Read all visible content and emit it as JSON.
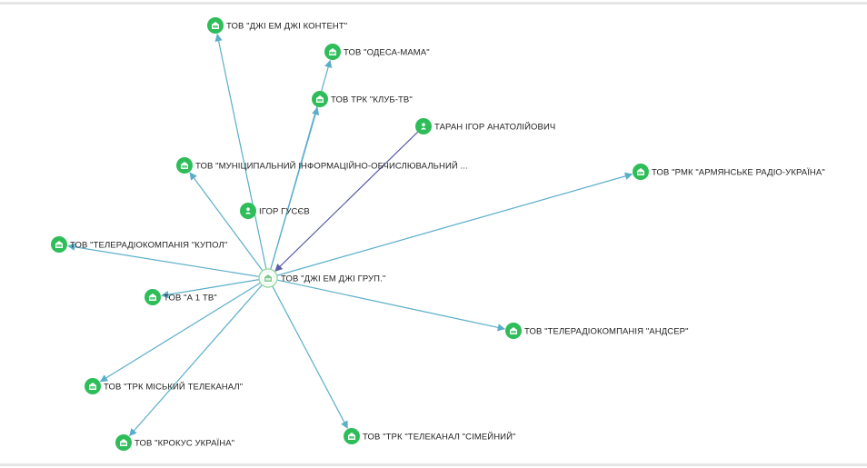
{
  "graph": {
    "center": {
      "id": "center",
      "label": "ТОВ \"ДЖІ ЕМ ДЖІ ГРУП.\"",
      "type": "company",
      "selected": true
    },
    "nodes": [
      {
        "id": "n1",
        "label": "ТОВ \"ДЖІ ЕМ ДЖІ КОНТЕНТ\"",
        "type": "company"
      },
      {
        "id": "n2",
        "label": "ТОВ \"ОДЕСА-МАМА\"",
        "type": "company"
      },
      {
        "id": "n3",
        "label": "ТОВ ТРК \"КЛУБ-ТВ\"",
        "type": "company"
      },
      {
        "id": "n4",
        "label": "ТАРАН ІГОР АНАТОЛІЙОВИЧ",
        "type": "person"
      },
      {
        "id": "n5",
        "label": "ТОВ \"МУНІЦИПАЛЬНИЙ ІНФОРМАЦІЙНО-ОБЧИСЛЮВАЛЬНИЙ ...",
        "type": "company"
      },
      {
        "id": "n6",
        "label": "ТОВ \"РМК \"АРМЯНСЬКЕ РАДІО-УКРАЇНА\"",
        "type": "company"
      },
      {
        "id": "n7",
        "label": "ІГОР ГУСЄВ",
        "type": "person"
      },
      {
        "id": "n8",
        "label": "ТОВ \"ТЕЛЕРАДІОКОМПАНІЯ \"КУПОЛ\"",
        "type": "company"
      },
      {
        "id": "n9",
        "label": "ТОВ \"А 1 ТВ\"",
        "type": "company"
      },
      {
        "id": "n10",
        "label": "ТОВ \"ТЕЛЕРАДІОКОМПАНІЯ \"АНДСЕР\"",
        "type": "company"
      },
      {
        "id": "n11",
        "label": "ТОВ \"ТРК МІСЬКИЙ ТЕЛЕКАНАЛ\"",
        "type": "company"
      },
      {
        "id": "n12",
        "label": "ТОВ \"ТРК \"ТЕЛЕКАНАЛ \"СІМЕЙНИЙ\"",
        "type": "company"
      },
      {
        "id": "n13",
        "label": "ТОВ \"КРОКУС УКРАЇНА\"",
        "type": "company"
      }
    ],
    "edges": [
      {
        "from": "center",
        "to": "n1",
        "kind": "ownership"
      },
      {
        "from": "center",
        "to": "n2",
        "kind": "ownership"
      },
      {
        "from": "center",
        "to": "n3",
        "kind": "ownership"
      },
      {
        "from": "n4",
        "to": "center",
        "kind": "person"
      },
      {
        "from": "center",
        "to": "n5",
        "kind": "ownership"
      },
      {
        "from": "center",
        "to": "n6",
        "kind": "ownership"
      },
      {
        "from": "center",
        "to": "n8",
        "kind": "ownership"
      },
      {
        "from": "center",
        "to": "n9",
        "kind": "ownership"
      },
      {
        "from": "center",
        "to": "n10",
        "kind": "ownership"
      },
      {
        "from": "center",
        "to": "n11",
        "kind": "ownership"
      },
      {
        "from": "center",
        "to": "n12",
        "kind": "ownership"
      },
      {
        "from": "center",
        "to": "n13",
        "kind": "ownership"
      }
    ],
    "colors": {
      "node_fill": "#2ebd59",
      "center_fill": "#ffffff",
      "center_stroke": "#9fd9a7",
      "ownership_edge": "#5aaec9",
      "person_edge": "#5a5ea8"
    },
    "icons": {
      "company": "building-icon",
      "person": "person-icon"
    }
  }
}
